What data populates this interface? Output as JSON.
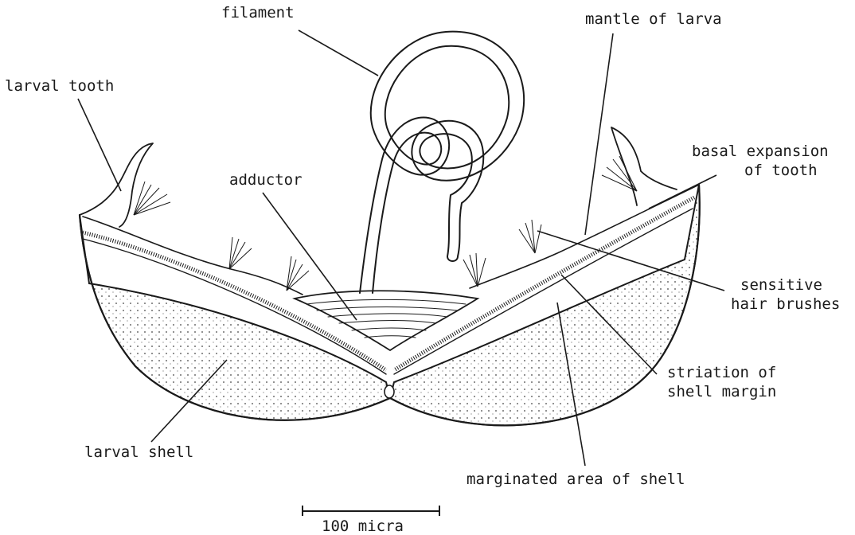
{
  "figure": {
    "labels": {
      "filament": "filament",
      "mantle_of_larva": "mantle of larva",
      "larval_tooth": "larval tooth",
      "basal_expansion_1": "basal expansion",
      "basal_expansion_2": "of tooth",
      "adductor": "adductor",
      "sensitive_1": "sensitive",
      "sensitive_2": "hair brushes",
      "striation_1": "striation of",
      "striation_2": "shell margin",
      "larval_shell": "larval shell",
      "marginated_area": "marginated area of shell"
    },
    "scale_bar": {
      "label": "100 micra"
    }
  },
  "colors": {
    "ink": "#1a1a1a",
    "background": "#ffffff",
    "shell_fill": "#efefe7"
  }
}
